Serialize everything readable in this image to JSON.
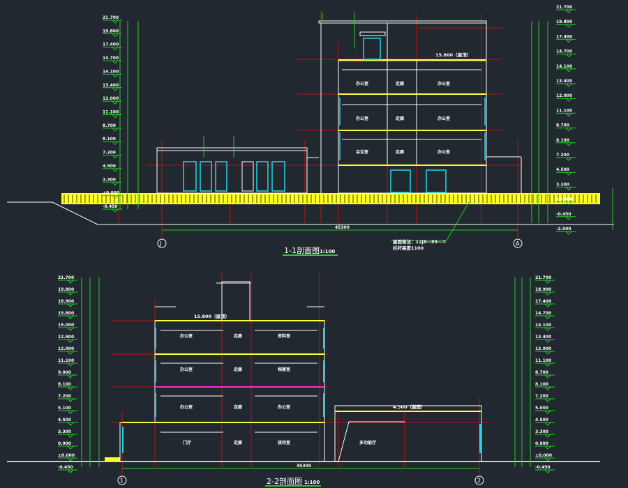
{
  "colors": {
    "background": "#212830",
    "wall": "#ffffff",
    "grid": "#d01010",
    "dimension": "#22d022",
    "floor": "#ffff33",
    "window": "#22d8e8",
    "slab_highlight": "#ff2ad0"
  },
  "section_1": {
    "title": "1-1剖面图",
    "scale": "1:100",
    "axis_left": "J",
    "axis_right": "A",
    "roof_note": "屋面做法：12J8—89—①",
    "rail_note": "栏杆高度1100",
    "roof_level": "15.800（屋顶）",
    "total_dim": "45300",
    "left_levels": [
      "21.700",
      "19.800",
      "17.400",
      "14.700",
      "14.100",
      "13.400",
      "12.000",
      "11.100",
      "8.700",
      "8.100",
      "7.200",
      "4.500",
      "3.300",
      "±0.000",
      "-0.450"
    ],
    "right_levels": [
      "21.700",
      "19.800",
      "17.400",
      "14.700",
      "14.100",
      "13.400",
      "12.000",
      "11.100",
      "8.700",
      "8.100",
      "7.200",
      "4.500",
      "3.300",
      "±0.000",
      "-0.450",
      "-2.500"
    ],
    "rooms": [
      "办公室",
      "走廊",
      "办公室",
      "办公室",
      "走廊",
      "办公室",
      "会议室",
      "走廊",
      "办公室"
    ]
  },
  "section_2": {
    "title": "2-2剖面图",
    "scale": "1:100",
    "axis_left": "1",
    "axis_right": "2",
    "roof_level": "15.800（屋顶）",
    "low_roof_level": "4.500（屋面）",
    "total_dim": "45300",
    "left_levels": [
      "21.700",
      "19.800",
      "18.900",
      "15.800",
      "15.000",
      "12.900",
      "12.000",
      "11.100",
      "9.000",
      "8.100",
      "7.200",
      "5.100",
      "4.500",
      "3.300",
      "0.900",
      "±0.000",
      "-0.450"
    ],
    "right_levels": [
      "21.700",
      "18.900",
      "17.400",
      "14.700",
      "14.100",
      "13.400",
      "12.000",
      "11.100",
      "8.700",
      "8.100",
      "7.200",
      "5.000",
      "4.500",
      "3.300",
      "0.900",
      "±0.000",
      "-0.450"
    ],
    "rooms": [
      "办公室",
      "走廊",
      "资料室",
      "办公室",
      "走廊",
      "档案室",
      "办公室",
      "走廊",
      "办公室",
      "门厅",
      "走廊",
      "接待室",
      "多功能厅"
    ]
  }
}
